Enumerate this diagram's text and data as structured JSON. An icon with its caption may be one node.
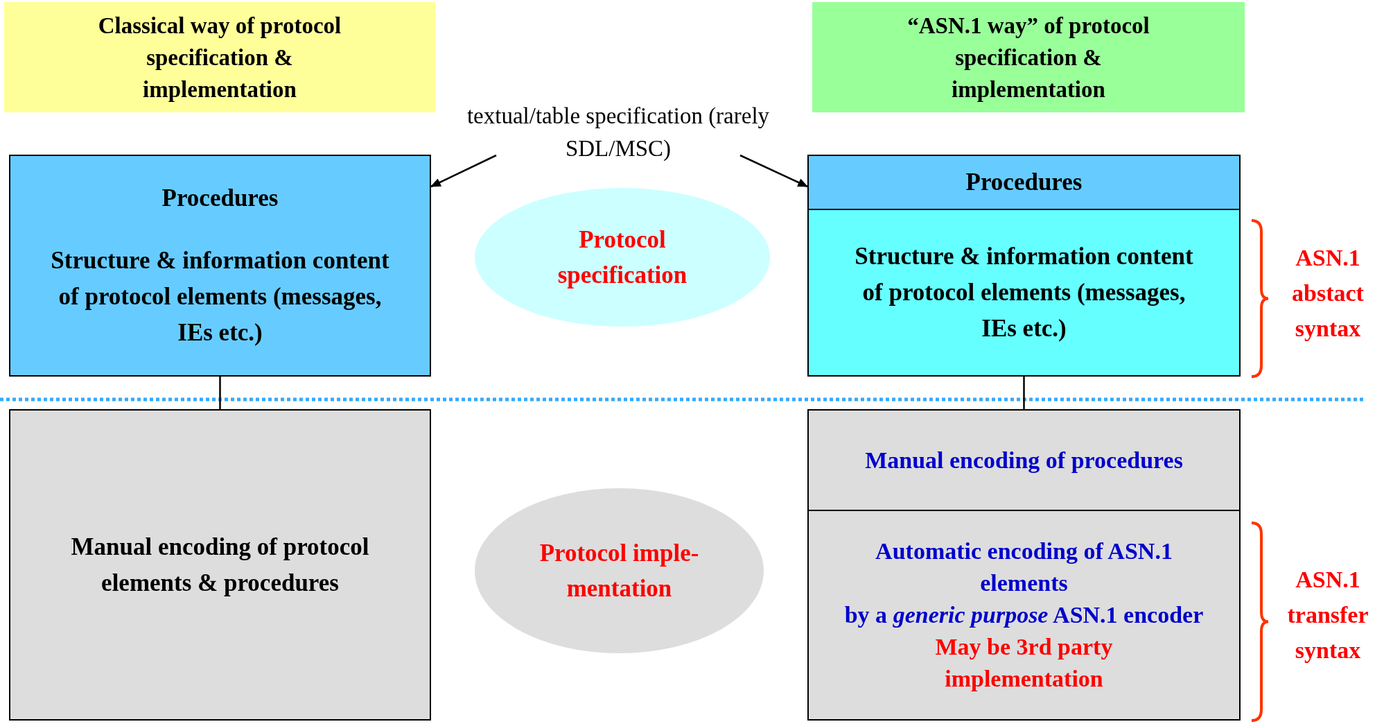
{
  "diagram": {
    "nodes": [
      {
        "text": [
          "Classical way of protocol specification & implementation"
        ]
      },
      {
        "text": [
          "“ASN.1 way” of protocol specification & implementation"
        ]
      },
      {
        "text": [
          "textual/table specification (rarely SDL/MSC)"
        ]
      },
      {
        "text": [
          "Procedures",
          "Structure & information content of protocol elements (messages, IEs etc.)"
        ]
      },
      {
        "text": [
          "Protocol specification"
        ]
      },
      {
        "text": [
          "Procedures"
        ]
      },
      {
        "text": [
          "Structure & information content of protocol elements (messages, IEs etc.)"
        ]
      },
      {
        "text": [
          "Manual encoding of protocol elements & procedures"
        ]
      },
      {
        "text": [
          "Protocol imple- mentation"
        ]
      },
      {
        "text": [
          "Manual encoding of procedures"
        ]
      },
      {
        "text": [
          "Automatic encoding of ASN.1 elements",
          "by a *generic purpose* ASN.1 encoder",
          "May be 3rd party implementation"
        ]
      }
    ],
    "edges": [
      {
        "from": 2,
        "to": 3,
        "arrow": "to"
      },
      {
        "from": 2,
        "to": 5,
        "arrow": "to"
      },
      {
        "from": 3,
        "to": 7,
        "arrow": "none"
      },
      {
        "from": 6,
        "to": 9,
        "arrow": "none"
      }
    ],
    "labels": [
      "ASN.1 abstact syntax",
      "ASN.1 transfer syntax"
    ]
  }
}
